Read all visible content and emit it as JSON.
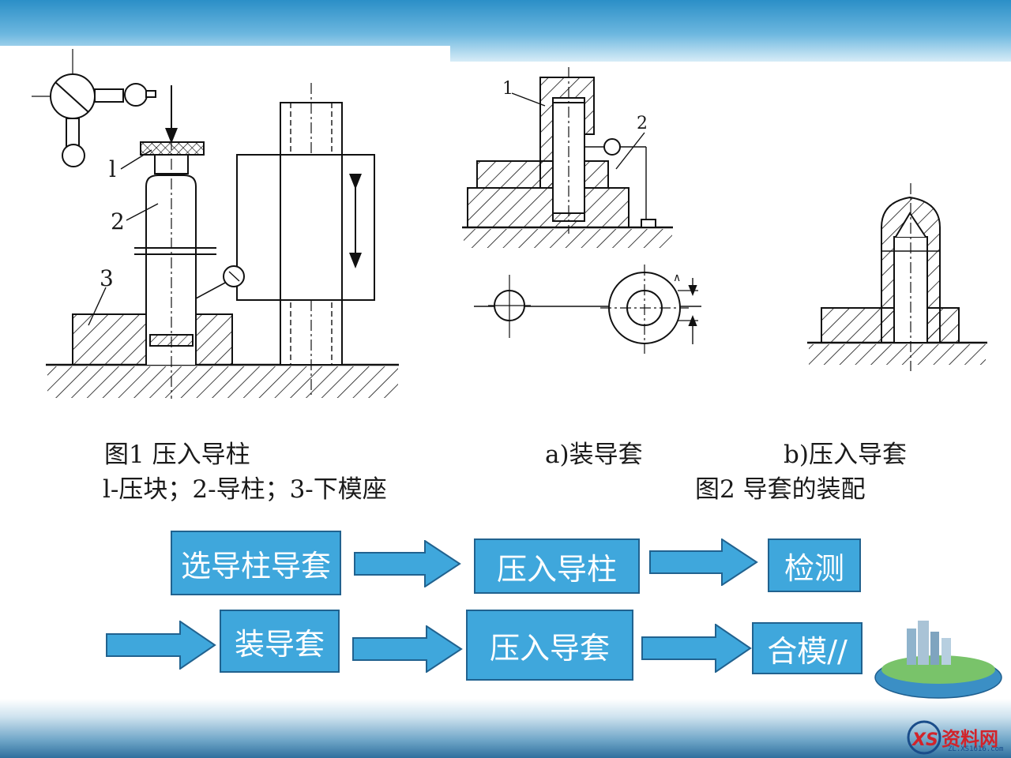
{
  "fig1": {
    "labels": [
      "l",
      "2",
      "3"
    ],
    "caption": "图1  压入导柱",
    "legend": "l-压块；2-导柱；3-下模座"
  },
  "fig2": {
    "labels": [
      "1",
      "2"
    ],
    "tolerance_label": "∧",
    "caption_a": "a)装导套",
    "caption_b": "b)压入导套",
    "caption": "图2 导套的装配"
  },
  "flow": {
    "row1": [
      "选导柱导套",
      "压入导柱",
      "检测"
    ],
    "row2": [
      "装导套",
      "压入导套",
      "合模//"
    ]
  },
  "watermark": {
    "text": "资料网",
    "url": "ZL.XS1616.com"
  },
  "colors": {
    "flow_fill": "#3fa7dc",
    "flow_border": "#21628f",
    "header_blue": "#2b8fc7",
    "watermark_red": "#d2232a"
  }
}
